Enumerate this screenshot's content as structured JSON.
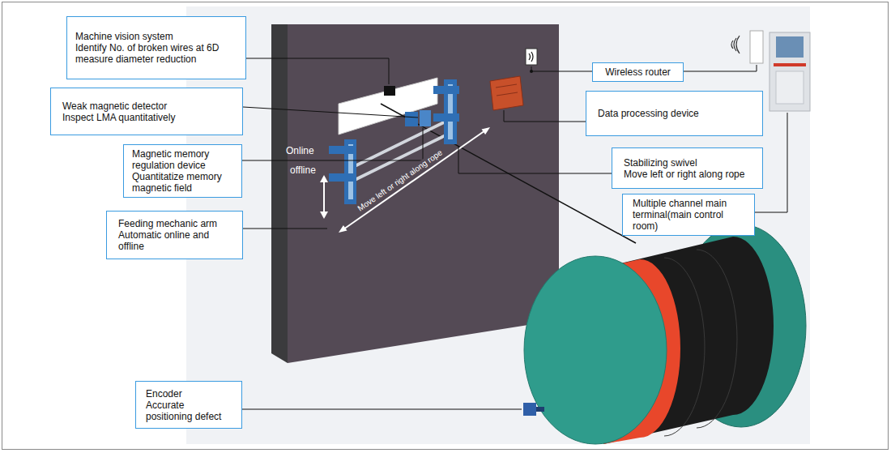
{
  "diagram": {
    "nodes": [
      {
        "text": [
          "Machine vision system",
          "Identify No. of broken wires at 6D measure diameter reduction"
        ]
      },
      {
        "text": [
          "Weak magnetic detector",
          "Inspect LMA quantitatively"
        ]
      },
      {
        "text": [
          "Magnetic memory regulation device",
          "Quantitatize memory magnetic field"
        ]
      },
      {
        "text": [
          "Feeding mechanic arm",
          "Automatic online and offline"
        ]
      },
      {
        "text": [
          "Encoder",
          "Accurate positioning defect"
        ]
      },
      {
        "text": [
          "Wireless router"
        ]
      },
      {
        "text": [
          "Data processing device"
        ]
      },
      {
        "text": [
          "Stabilizing swivel",
          "Move left or right along rope"
        ]
      },
      {
        "text": [
          "Multiple channel main terminal(main control room)"
        ]
      }
    ],
    "labels": [
      "Online",
      "offline",
      "Move left or right along rope"
    ]
  }
}
